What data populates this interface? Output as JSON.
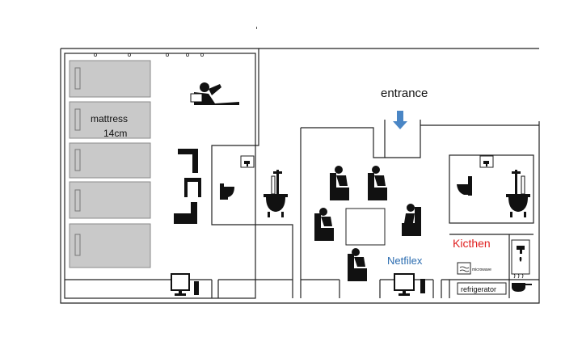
{
  "labels": {
    "mattress": "mattress",
    "mattress_size": "14cm",
    "entrance": "entrance",
    "netflix": "Netfilex",
    "kitchen": "Kicthen",
    "refrigerator": "refrigerator",
    "microwave": "microwave"
  },
  "colors": {
    "netflix": "#2b6cb0",
    "kitchen": "#e02020",
    "arrow": "#4a86c5"
  }
}
